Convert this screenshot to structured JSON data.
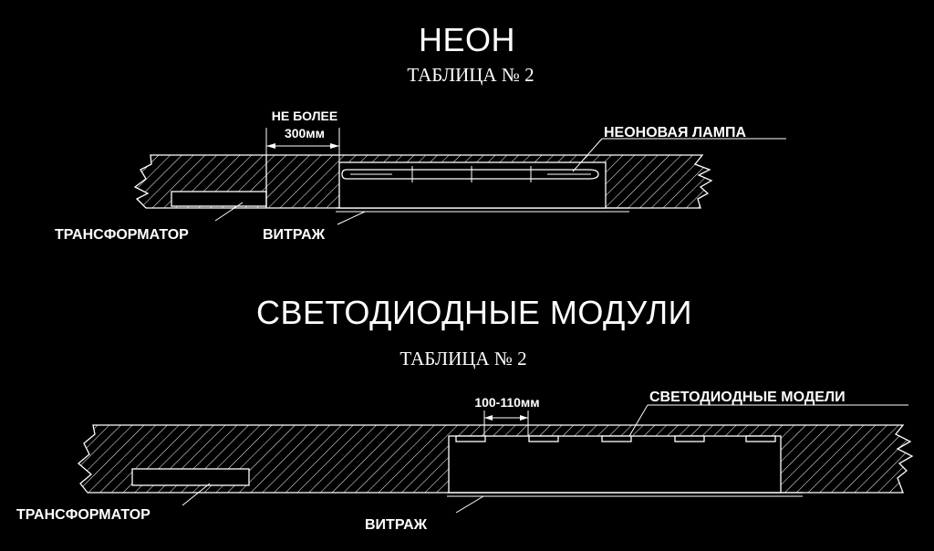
{
  "neon": {
    "title": "НЕОН",
    "table": "ТАБЛИЦА № 2",
    "dim_line1": "НЕ БОЛЕЕ",
    "dim_line2": "300мм",
    "lamp_label": "НЕОНОВАЯ ЛАМПА",
    "transformer_label": "ТРАНСФОРМАТОР",
    "vitrage_label": "ВИТРАЖ"
  },
  "led": {
    "title": "СВЕТОДИОДНЫЕ МОДУЛИ",
    "table": "ТАБЛИЦА № 2",
    "dim": "100-110мм",
    "module_label": "СВЕТОДИОДНЫЕ МОДЕЛИ",
    "transformer_label": "ТРАНСФОРМАТОР",
    "vitrage_label": "ВИТРАЖ"
  }
}
